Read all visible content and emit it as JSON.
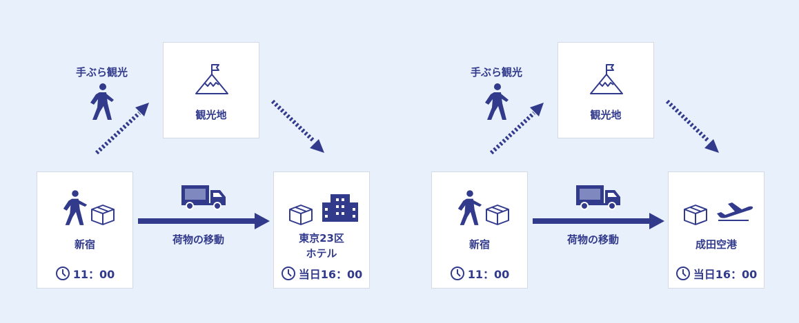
{
  "colors": {
    "primary": "#323a8c",
    "background": "#e8f0fc",
    "box": "#ffffff"
  },
  "panels": [
    {
      "walk_label": "手ぶら観光",
      "spot_label": "観光地",
      "origin": {
        "label": "新宿",
        "time": "11：00"
      },
      "transport_label": "荷物の移動",
      "destination": {
        "label_line1": "東京23区",
        "label_line2": "ホテル",
        "time": "当日16：00",
        "icon": "building-icon"
      }
    },
    {
      "walk_label": "手ぶら観光",
      "spot_label": "観光地",
      "origin": {
        "label": "新宿",
        "time": "11：00"
      },
      "transport_label": "荷物の移動",
      "destination": {
        "label_line1": "成田空港",
        "label_line2": "",
        "time": "当日16：00",
        "icon": "airplane-icon"
      }
    }
  ]
}
